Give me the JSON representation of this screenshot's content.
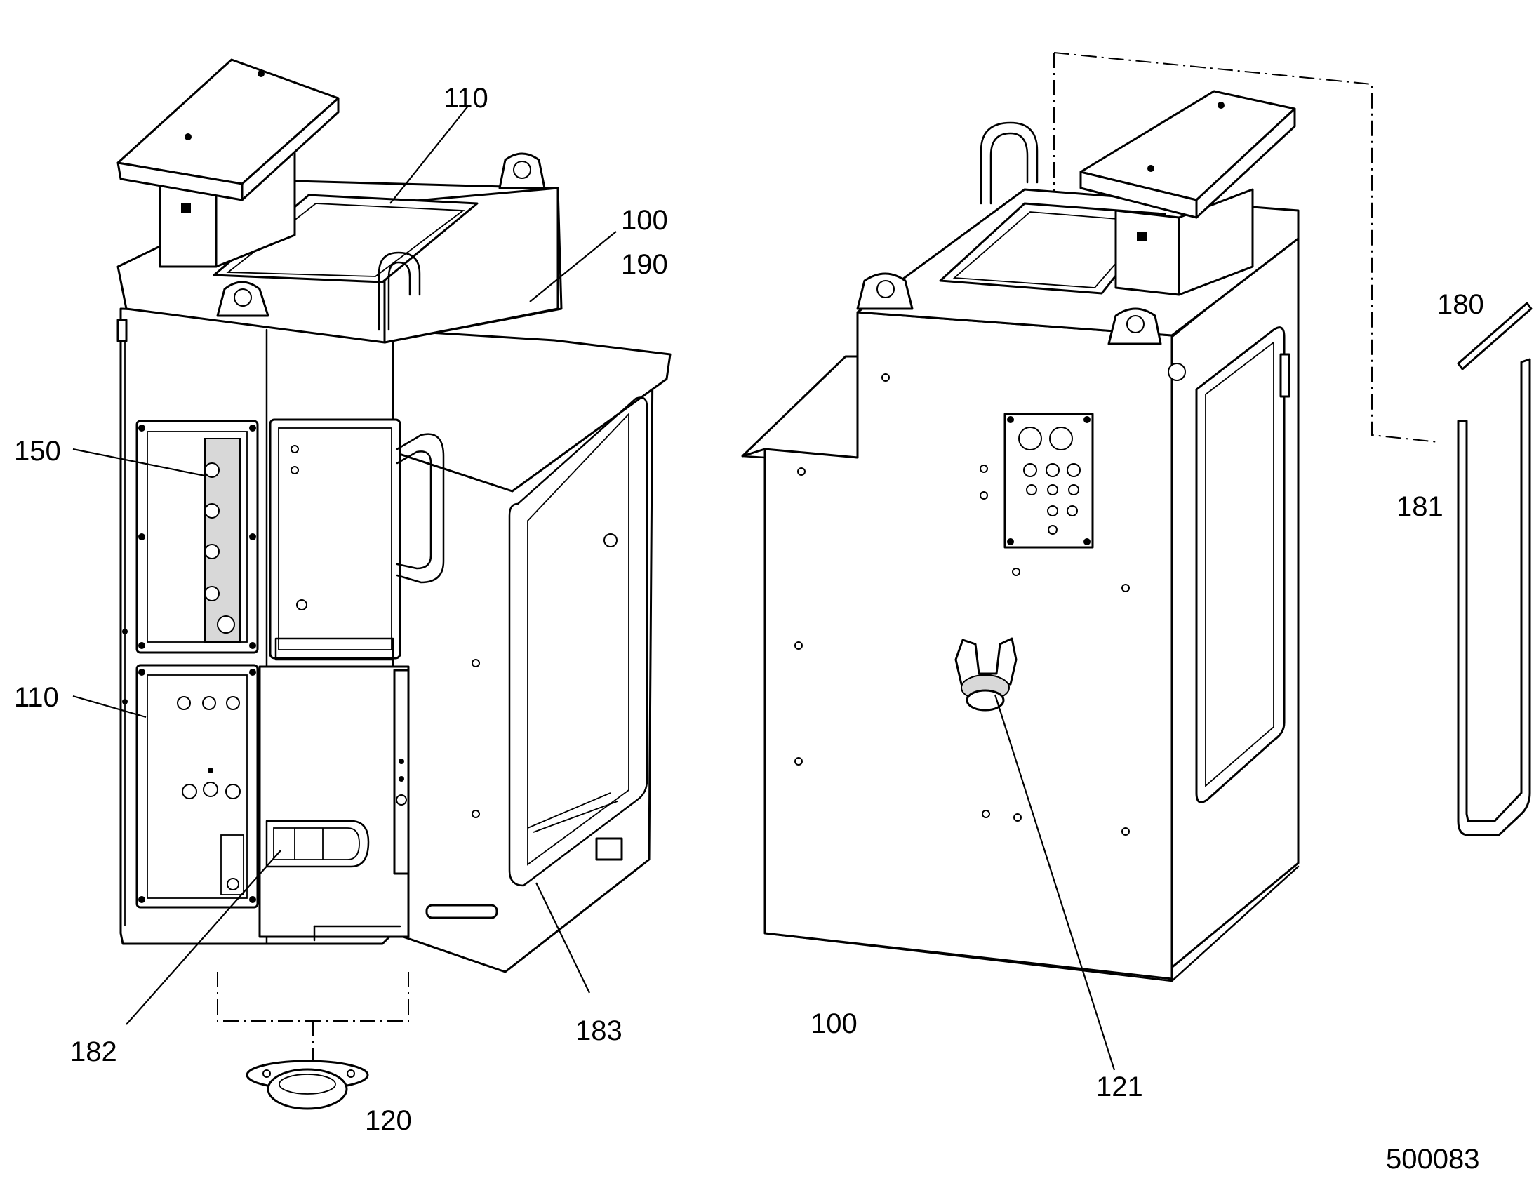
{
  "figure_id": "500083",
  "callouts": [
    {
      "id": "c110-top",
      "text": "110"
    },
    {
      "id": "c100-top",
      "text": "100"
    },
    {
      "id": "c190",
      "text": "190"
    },
    {
      "id": "c150",
      "text": "150"
    },
    {
      "id": "c110-side",
      "text": "110"
    },
    {
      "id": "c182",
      "text": "182"
    },
    {
      "id": "c183",
      "text": "183"
    },
    {
      "id": "c120",
      "text": "120"
    },
    {
      "id": "c100-bot",
      "text": "100"
    },
    {
      "id": "c121",
      "text": "121"
    },
    {
      "id": "c180",
      "text": "180"
    },
    {
      "id": "c181",
      "text": "181"
    }
  ]
}
